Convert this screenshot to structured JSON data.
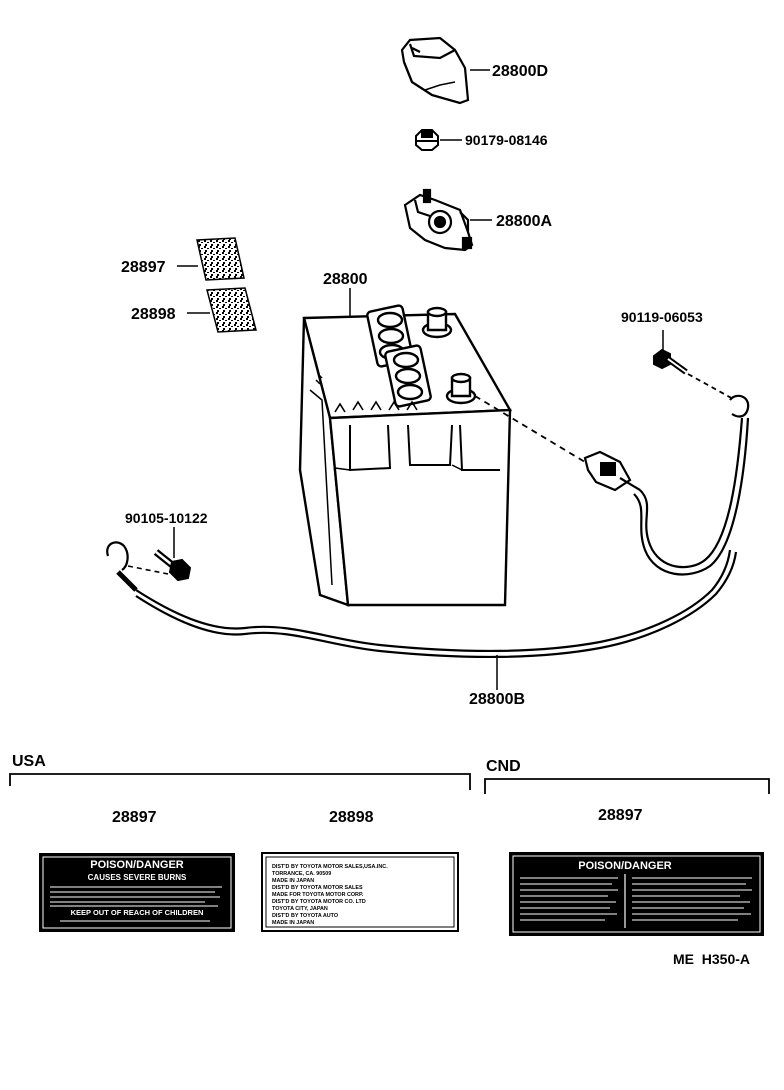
{
  "parts": {
    "cover": "28800D",
    "nut": "90179-08146",
    "clamp": "28800A",
    "label_a": "28897",
    "label_b": "28898",
    "battery": "28800",
    "bolt_right": "90119-06053",
    "bolt_left": "90105-10122",
    "cable": "28800B"
  },
  "sections": {
    "usa": "USA",
    "cnd": "CND"
  },
  "labels": {
    "usa_label_a": {
      "part": "28897",
      "title": "POISON/DANGER",
      "subtitle": "CAUSES SEVERE BURNS",
      "footer": "KEEP OUT OF REACH OF CHILDREN"
    },
    "usa_label_b": {
      "part": "28898",
      "lines": [
        "DIST'D BY TOYOTA MOTOR SALES,USA.INC.",
        "TORRANCE, CA. 90509",
        "MADE IN JAPAN",
        "DIST'D BY TOYOTA MOTOR SALES",
        "MADE FOR TOYOTA MOTOR CORP.",
        "DIST'D BY TOYOTA MOTOR CO. LTD",
        "TOYOTA CITY, JAPAN",
        "DIST'D BY TOYOTA AUTO",
        "MADE IN JAPAN"
      ]
    },
    "cnd_label": {
      "part": "28897",
      "title": "POISON/DANGER"
    }
  },
  "diagram_code": "ME  H350-A"
}
